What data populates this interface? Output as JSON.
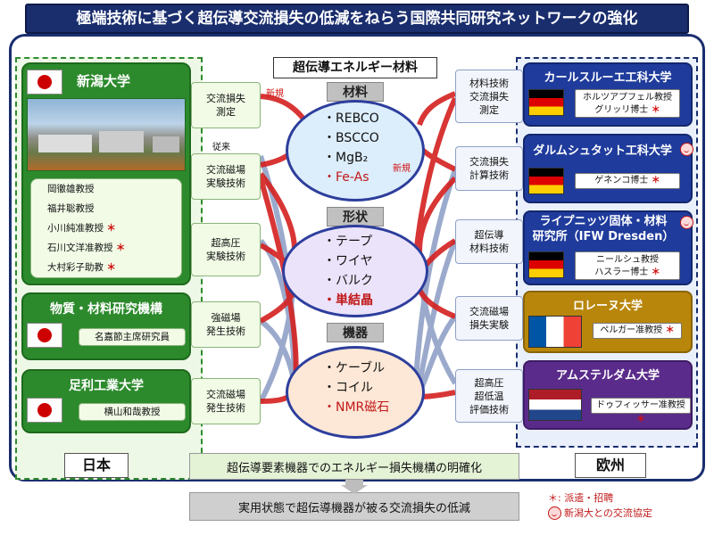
{
  "title": "極端技術に基づく超伝導交流損失の低減をねらう国際共同研究ネットワークの強化",
  "region_japan": "日本",
  "region_europe": "欧州",
  "center_header": "超伝導エネルギー材料",
  "section_materials": "材料",
  "section_shape": "形状",
  "section_devices": "機器",
  "materials_items": [
    "・REBCO",
    "・BSCCO",
    "・MgB₂",
    "・Fe-As"
  ],
  "shape_items": [
    "・テープ",
    "・ワイヤ",
    "・バルク",
    "・単結晶"
  ],
  "device_items": [
    "・ケーブル",
    "・コイル",
    "・NMR磁石"
  ],
  "tag_new": "新規",
  "tag_conventional": "従来",
  "bottom_box_1": "超伝導要素機器でのエネルギー損失機構の明確化",
  "bottom_box_2": "実用状態で超伝導機器が被る交流損失の低減",
  "legend_star": "＊: 派遣・招聘",
  "legend_smiley": "新潟大との交流協定",
  "japan": {
    "niigata": {
      "name": "新潟大学",
      "members": [
        "岡徹雄教授",
        "福井聡教授",
        "小川純准教授",
        "石川文洋准教授",
        "大村彩子助教"
      ],
      "starred": [
        false,
        false,
        true,
        true,
        true
      ]
    },
    "nims": {
      "name": "物質・材料研究機構",
      "member": "名嘉節主席研究員"
    },
    "ashikaga": {
      "name": "足利工業大学",
      "member": "横山和哉教授"
    },
    "tech": [
      "交流損失\n測定",
      "交流磁場\n実験技術",
      "超高圧\n実験技術",
      "強磁場\n発生技術",
      "交流磁場\n発生技術"
    ]
  },
  "europe": {
    "tech": [
      "材料技術\n交流損失\n測定",
      "交流損失\n計算技術",
      "超伝導\n材料技術",
      "交流磁場\n損失実験",
      "超高圧\n超低温\n評価技術"
    ],
    "karlsruhe": {
      "name": "カールスルーエ工科大学",
      "members": "ホルツアプフェル教授\nグリッリ博士"
    },
    "darmstadt": {
      "name": "ダルムシュタット工科大学",
      "members": "ゲネンコ博士"
    },
    "dresden": {
      "name": "ライプニッツ固体・材料\n研究所（IFW Dresden）",
      "members": "ニールシュ教授\nハスラー博士"
    },
    "lorraine": {
      "name": "ロレーヌ大学",
      "members": "ペルガー准教授"
    },
    "amsterdam": {
      "name": "アムステルダム大学",
      "members": "ドゥフィッサー准教授"
    }
  },
  "colors": {
    "title_bg": "#1a2e6e",
    "japan_green": "#2c8a2c",
    "arrow_red": "#d42020",
    "arrow_blue": "#8a9cc4"
  }
}
